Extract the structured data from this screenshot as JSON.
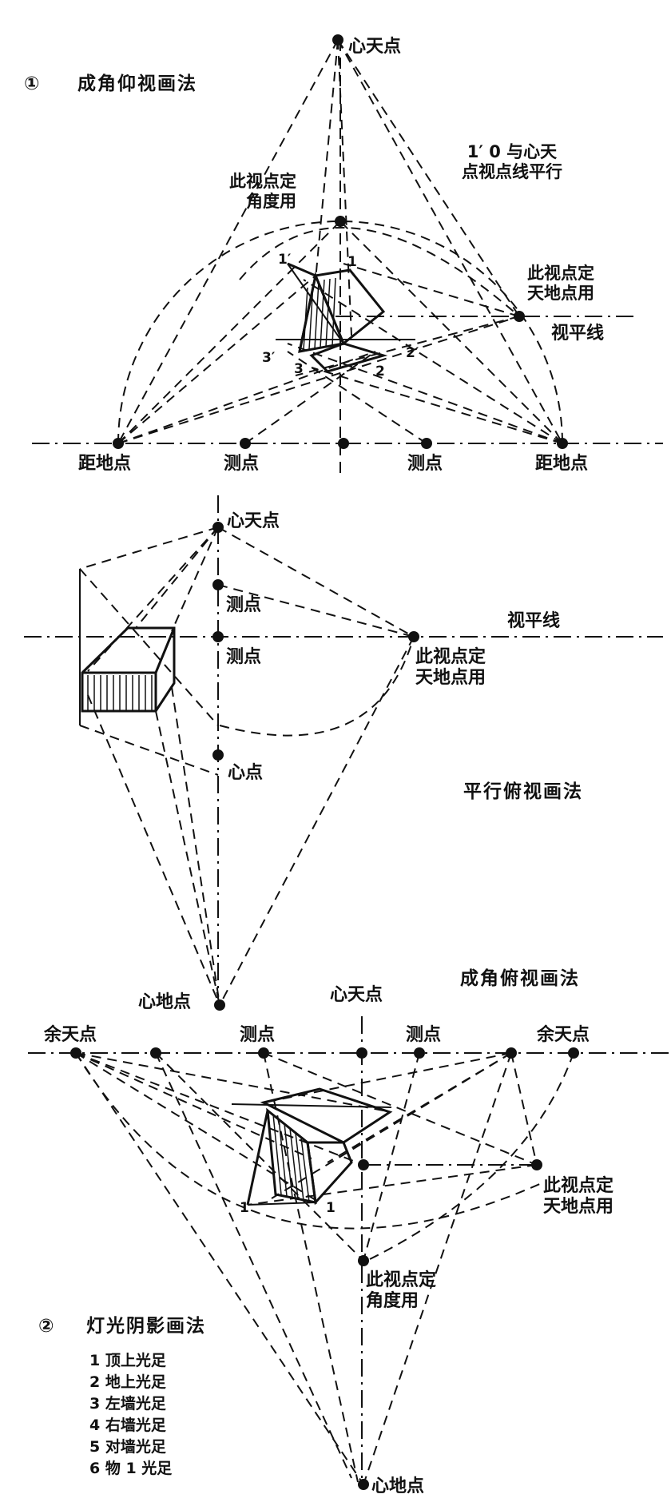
{
  "section1": {
    "number": "①",
    "title": "成角仰视画法",
    "center_sky_point": "心天点",
    "note": "1′ 0 与心天\n点视点线平行",
    "angle_viewpoint": "此视点定\n角度用",
    "ground_viewpoint": "此视点定\n天地点用",
    "horizon": "视平线",
    "distance_point_left": "距地点",
    "distance_point_right": "距地点",
    "measure_point_left": "测点",
    "measure_point_right": "测点",
    "marks": {
      "m1": "1",
      "m1p": "1′",
      "m2": "2",
      "m2p": "2′",
      "m3": "3",
      "m3p": "3′"
    }
  },
  "section2": {
    "center_sky_point": "心天点",
    "measure_point_upper": "测点",
    "measure_point_lower": "测点",
    "horizon": "视平线",
    "ground_viewpoint": "此视点定\n天地点用",
    "center_point": "心点",
    "title": "平行俯视画法",
    "center_ground_point": "心地点"
  },
  "section3": {
    "title": "成角俯视画法",
    "center_sky_point": "心天点",
    "remainder_sky_left": "余天点",
    "remainder_sky_right": "余天点",
    "measure_point_left": "测点",
    "measure_point_right": "测点",
    "ground_viewpoint": "此视点定\n天地点用",
    "angle_viewpoint": "此视点定\n角度用",
    "marks": {
      "m1": "1",
      "m1p": "1"
    },
    "center_ground_point": "心地点"
  },
  "section4": {
    "number": "②",
    "title": "灯光阴影画法",
    "items": [
      "1 顶上光足",
      "2 地上光足",
      "3 左墙光足",
      "4 右墙光足",
      "5 对墙光足",
      "6 物 1 光足"
    ]
  }
}
